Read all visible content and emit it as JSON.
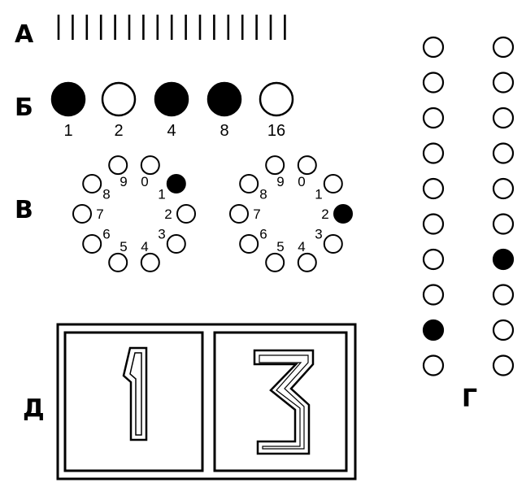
{
  "labels": {
    "a": "А",
    "b": "Б",
    "v": "В",
    "g": "Г",
    "d": "Д"
  },
  "binary": {
    "weights": [
      "1",
      "2",
      "4",
      "8",
      "16"
    ],
    "states": [
      1,
      0,
      1,
      1,
      0
    ]
  },
  "dials": {
    "digits": [
      "0",
      "1",
      "2",
      "3",
      "4",
      "5",
      "6",
      "7",
      "8",
      "9"
    ],
    "lit": [
      1,
      2
    ]
  },
  "columns": {
    "lit_index_from_bottom": [
      1,
      3
    ]
  },
  "display": {
    "digits": [
      "1",
      "3"
    ]
  },
  "colors": {
    "ink": "#000000",
    "paper": "#ffffff"
  }
}
